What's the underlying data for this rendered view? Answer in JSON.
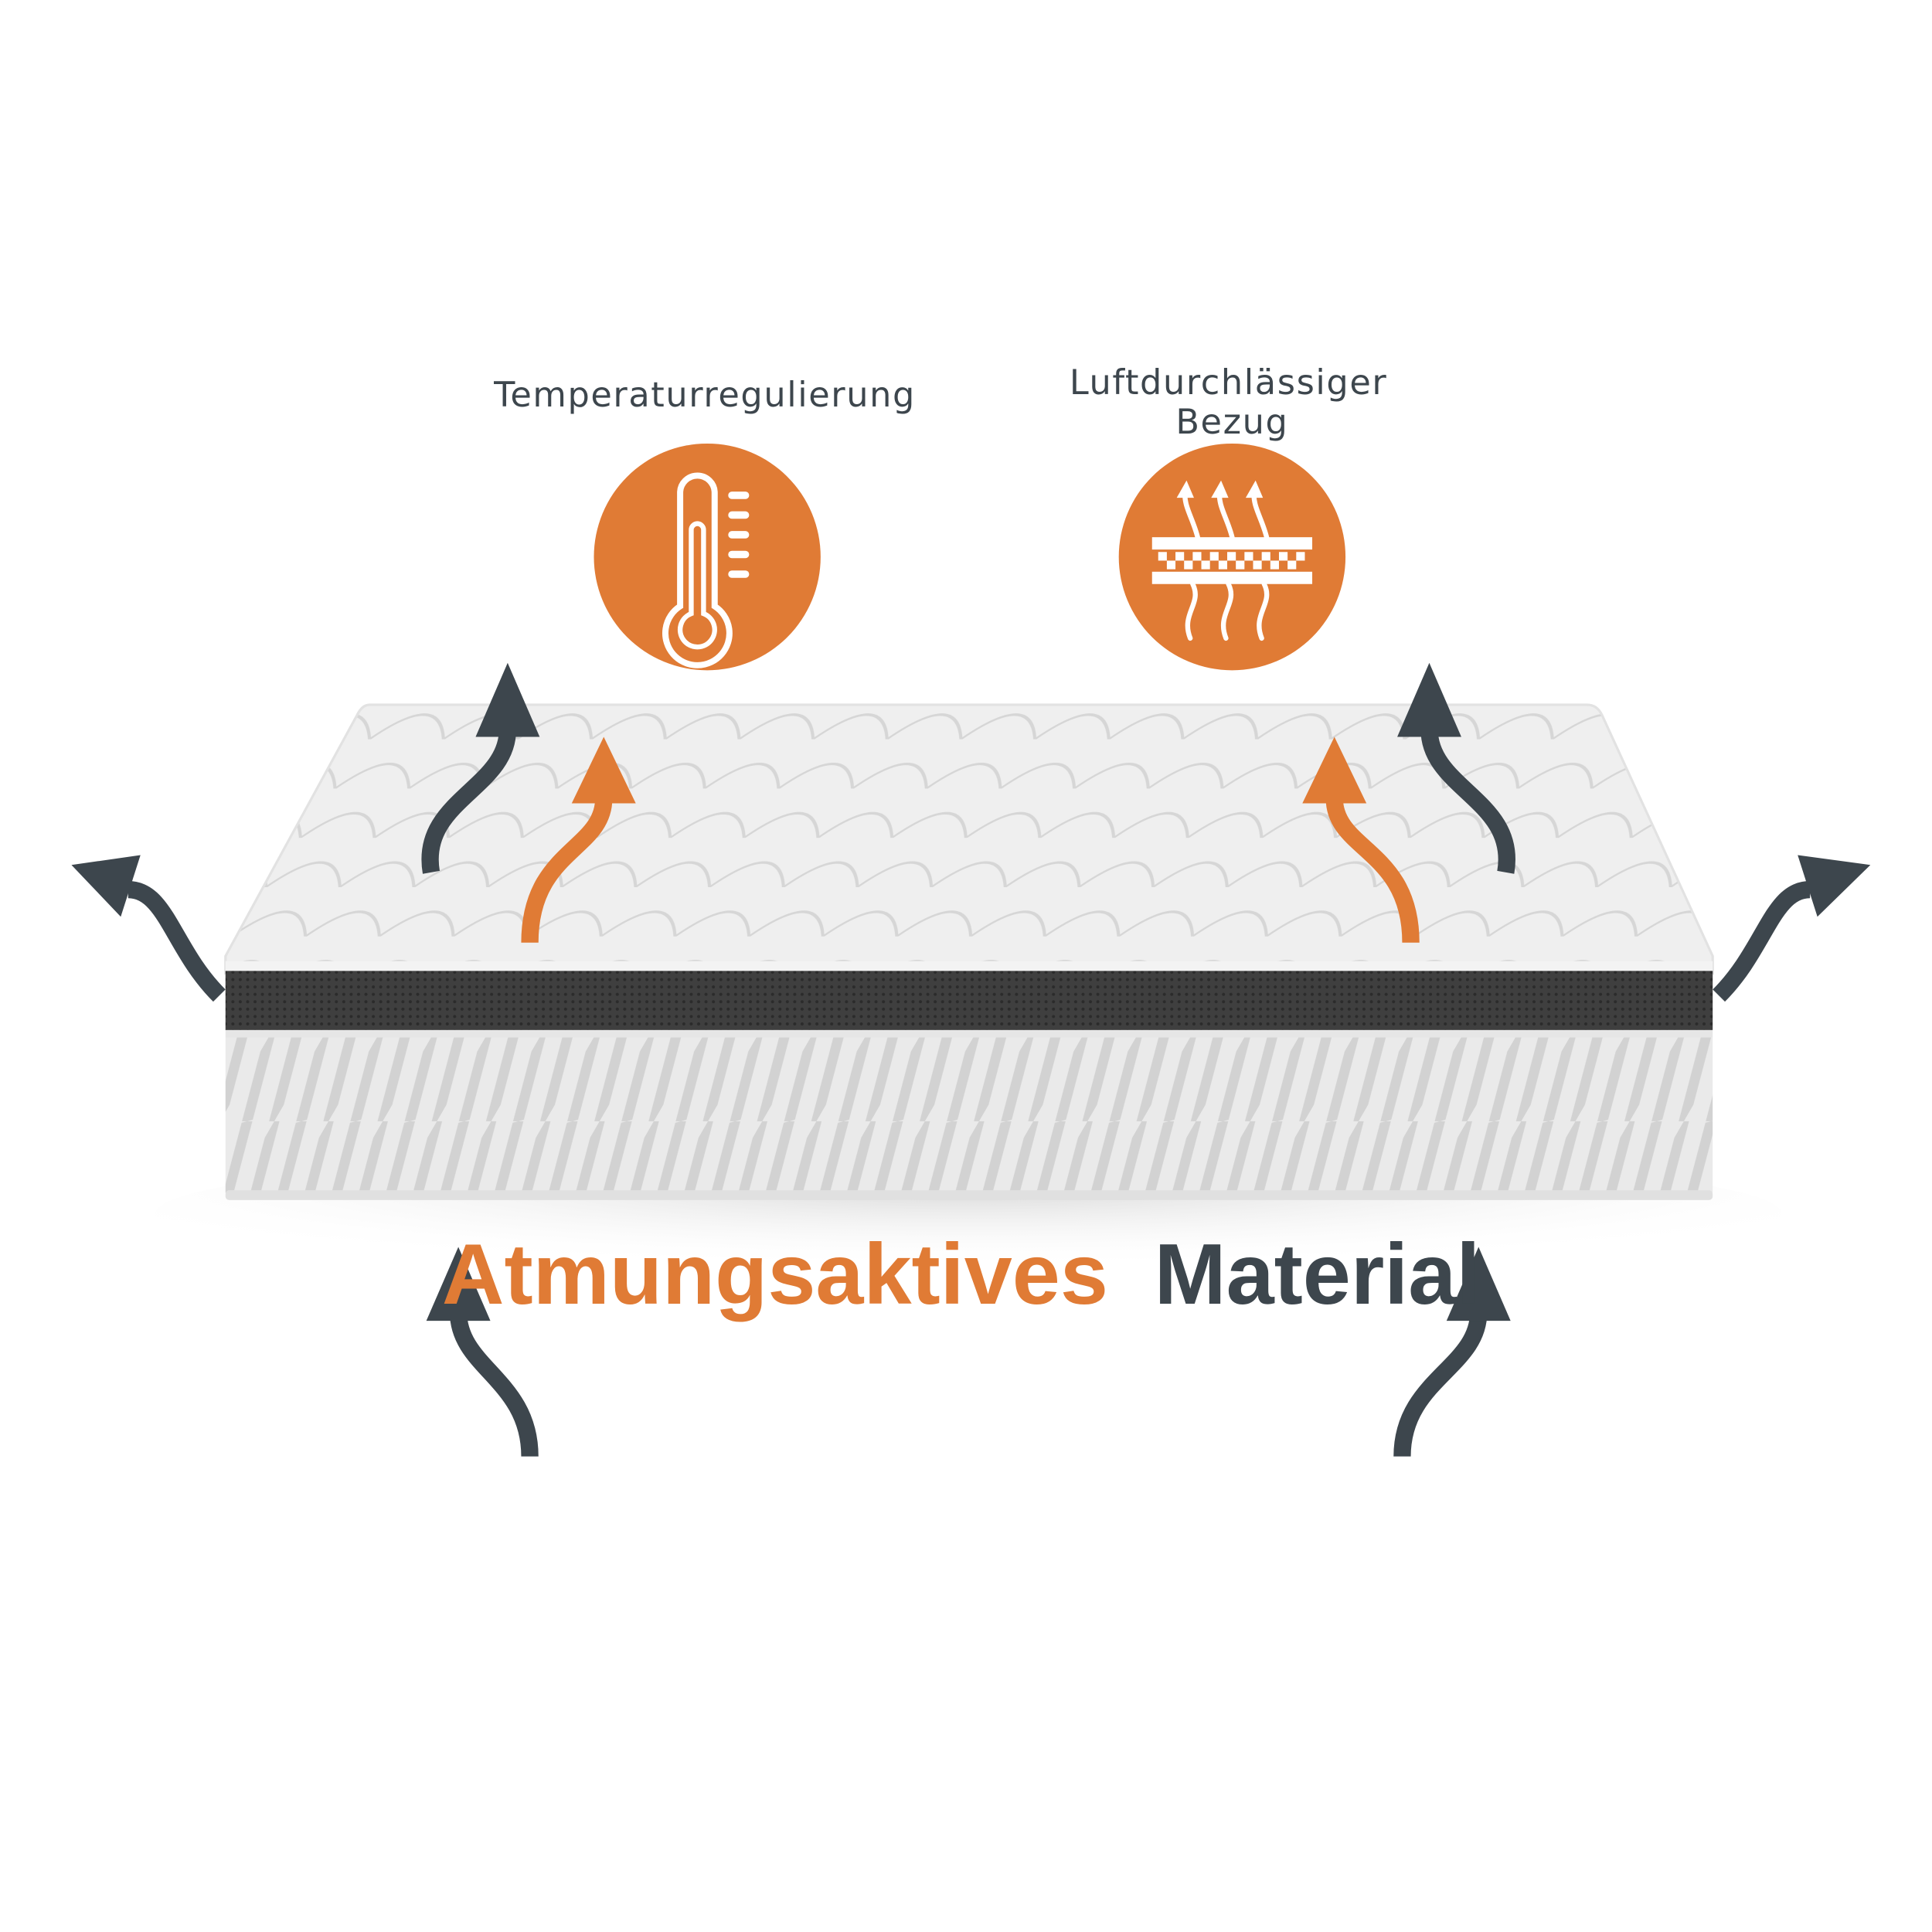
{
  "features": [
    {
      "label": "Temperaturregulierung",
      "icon": "thermometer-icon"
    },
    {
      "label_line1": "Luftdurchlässiger",
      "label_line2": "Bezug",
      "icon": "breathable-fabric-icon"
    }
  ],
  "title": {
    "part1": "Atmungsaktives",
    "part2": "Material"
  },
  "colors": {
    "accent": "#e07b35",
    "dark": "#3d464d",
    "background": "#ffffff"
  }
}
